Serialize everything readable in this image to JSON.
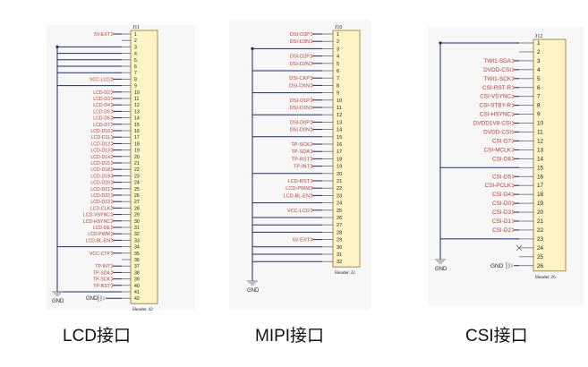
{
  "panels": [
    {
      "id": "lcd",
      "ref": "J11",
      "footer": "Header 42",
      "caption": "LCD接口",
      "pins": 42,
      "signals": [
        "5V-EXT",
        "",
        "",
        "",
        "",
        "",
        "",
        "VCC-LCD",
        "",
        "LCD-D2",
        "LCD-D3",
        "LCD-D4",
        "LCD-D5",
        "LCD-D6",
        "LCD-D7",
        "LCD-D10",
        "LCD-D11",
        "LCD-D12",
        "LCD-D13",
        "LCD-D14",
        "LCD-D15",
        "LCD-D18",
        "LCD-D19",
        "LCD-D20",
        "LCD-D21",
        "LCD-D22",
        "LCD-D23",
        "LCD-CLK",
        "LCD-VSYNC",
        "LCD-HSYNC",
        "LCD-DE",
        "LCD-PWM",
        "LCD-BL-EN",
        "",
        "VCC-CTP",
        "",
        "TP-INT",
        "TP-SDA",
        "TP-SCK",
        "TP-RST",
        "",
        "GND"
      ],
      "gnd_label": "GND"
    },
    {
      "id": "mipi",
      "ref": "J10",
      "footer": "Header 32",
      "caption": "MIPI接口",
      "pins": 32,
      "signals": [
        "DSI-D3P",
        "DSI-D3N",
        "",
        "DSI-D2P",
        "DSI-D2N",
        "",
        "DSI-CKP",
        "DSI-CKN",
        "",
        "DSI-D1P",
        "DSI-D1N",
        "",
        "DSI-D0P",
        "DSI-D0N",
        "",
        "TP-SCK",
        "TP-SDA",
        "TP-RST",
        "TP-INT",
        "",
        "LCD-RST",
        "LCD-PWM",
        "LCD-BL-EN",
        "",
        "VCC-LCD",
        "",
        "",
        "",
        "5V EXT",
        "",
        "",
        ""
      ],
      "gnd_label": "GND"
    },
    {
      "id": "csi",
      "ref": "J12",
      "footer": "Header 26",
      "caption": "CSI接口",
      "pins": 26,
      "signals": [
        "",
        "",
        "TWI1-SDA",
        "DVDD-CSI",
        "TWI1-SCK",
        "CSI-RST-R",
        "CSI-VSYNC",
        "CSI-STBY-R",
        "CSI-HSYNC",
        "DVDD1V8-CSI",
        "DVDD-CSI",
        "CSI-D7",
        "CSI-MCLK",
        "CSI-D6",
        "",
        "CSI-D5",
        "CSI-PCLK",
        "CSI-D4",
        "CSI-D0",
        "CSI-D3",
        "CSI-D1",
        "CSI-D2",
        "",
        "",
        "",
        "GND"
      ],
      "gnd_label": "GND"
    }
  ]
}
